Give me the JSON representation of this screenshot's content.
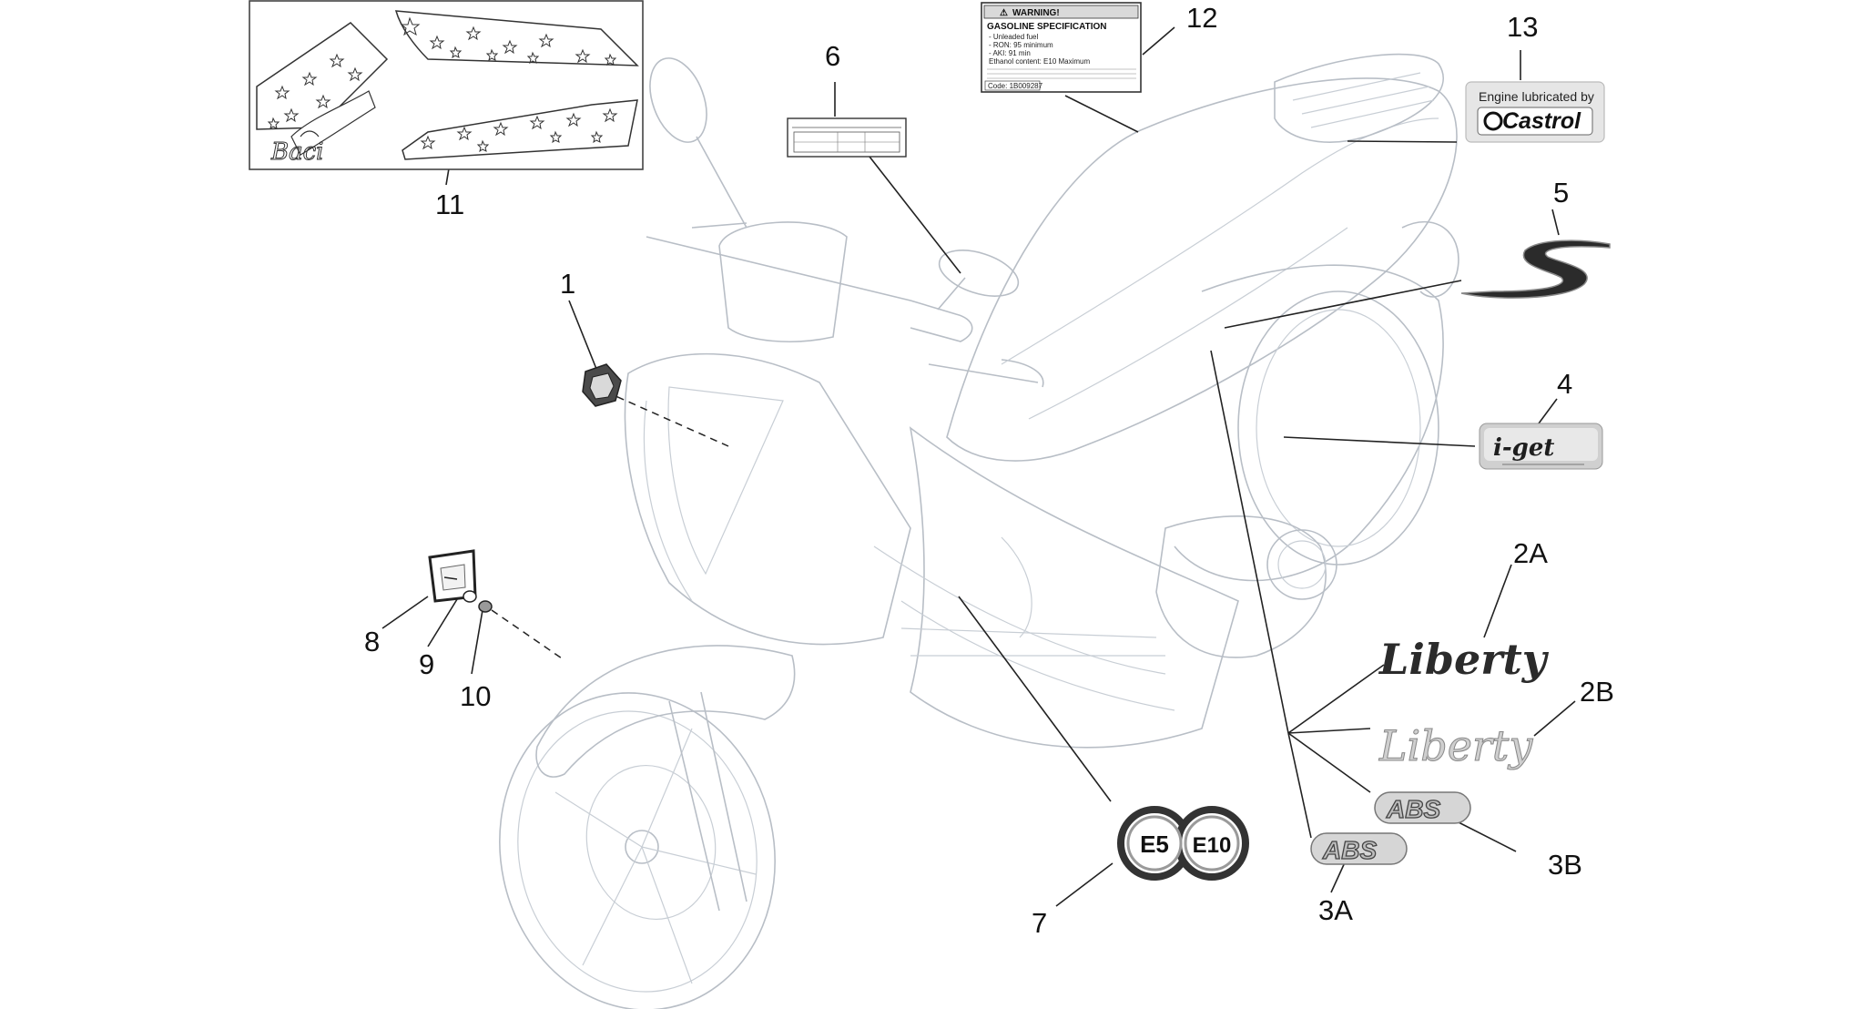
{
  "callouts": {
    "c1": "1",
    "c2a": "2A",
    "c2b": "2B",
    "c3a": "3A",
    "c3b": "3B",
    "c4": "4",
    "c5": "5",
    "c6": "6",
    "c7": "7",
    "c8": "8",
    "c9": "9",
    "c10": "10",
    "c11": "11",
    "c12": "12",
    "c13": "13"
  },
  "decals": {
    "warning_header": "WARNING!",
    "warning_title": "GASOLINE SPECIFICATION",
    "warning_lines": [
      "- Unleaded fuel",
      "- RON: 95 minimum",
      "- AKI: 91 min",
      "Ethanol content: E10 Maximum"
    ],
    "warning_code": "Code: 1B009287",
    "castrol_top": "Engine lubricated by",
    "castrol_brand": "Castrol",
    "liberty_black": "Liberty",
    "liberty_silver": "Liberty",
    "abs_b": "ABS",
    "abs_a": "ABS",
    "fuel_e5": "E5",
    "fuel_e10": "E10",
    "s_logo": "S",
    "iget": "i-get",
    "baci": "Baci"
  },
  "colors": {
    "line": "#222222",
    "ghost": "#b8bec6",
    "decal_dark": "#2b2b2b",
    "decal_silver": "#a9a9a9"
  }
}
